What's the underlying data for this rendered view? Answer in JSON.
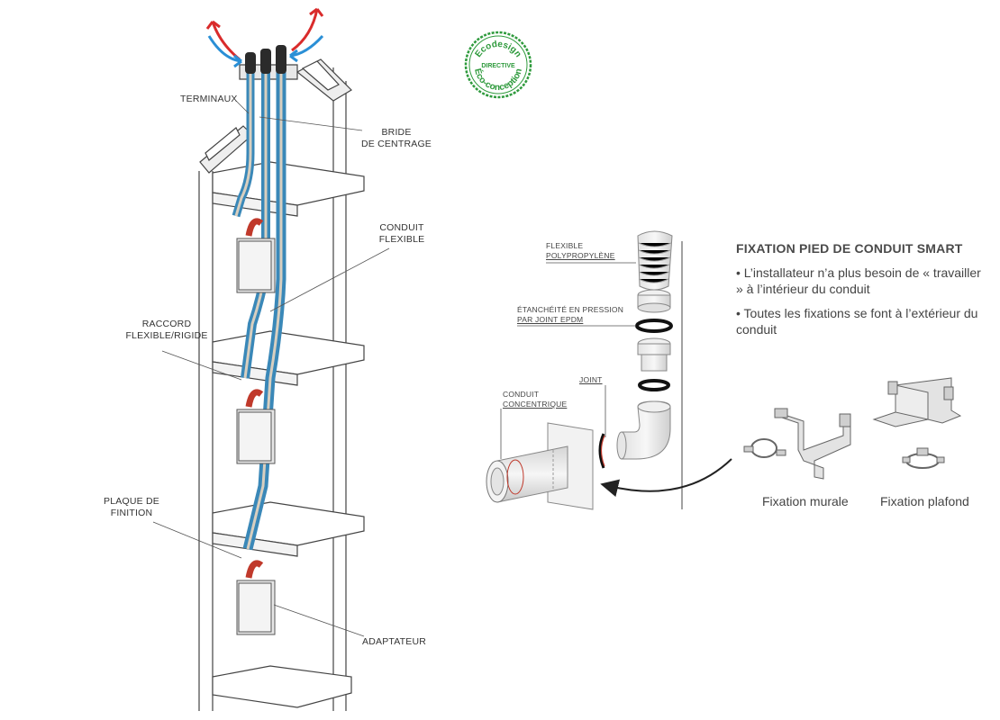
{
  "badge": {
    "top": "Ecodesign",
    "middle": "DIRECTIVE",
    "bottom": "Éco-conception"
  },
  "labels": {
    "terminaux": "TERMINAUX",
    "bride_1": "BRIDE",
    "bride_2": "DE CENTRAGE",
    "conduit_flex_1": "CONDUIT",
    "conduit_flex_2": "FLEXIBLE",
    "raccord_1": "RACCORD",
    "raccord_2": "FLEXIBLE/RIGIDE",
    "plaque_1": "PLAQUE DE",
    "plaque_2": "FINITION",
    "adaptateur": "ADAPTATEUR",
    "flexible_1": "FLEXIBLE",
    "flexible_2": "POLYPROPYLÈNE",
    "etancheite_1": "ÉTANCHÉITÉ EN PRESSION",
    "etancheite_2": "PAR JOINT EPDM",
    "joint": "JOINT",
    "concentrique_1": "CONDUIT",
    "concentrique_2": "CONCENTRIQUE"
  },
  "info": {
    "title": "FIXATION PIED DE CONDUIT SMART",
    "bullet_1": "• L’installateur n’a plus besoin de « travailler » à l’intérieur du conduit",
    "bullet_2": "• Toutes les fixations se font à l’extérieur du conduit"
  },
  "captions": {
    "murale": "Fixation murale",
    "plafond": "Fixation plafond"
  },
  "colors": {
    "air_in": "#2a8fd6",
    "air_out": "#d92b2b",
    "badge_green": "#2e9a3c",
    "flue_blue": "#2f7fb0",
    "boiler_pipe": "#c0392b"
  }
}
